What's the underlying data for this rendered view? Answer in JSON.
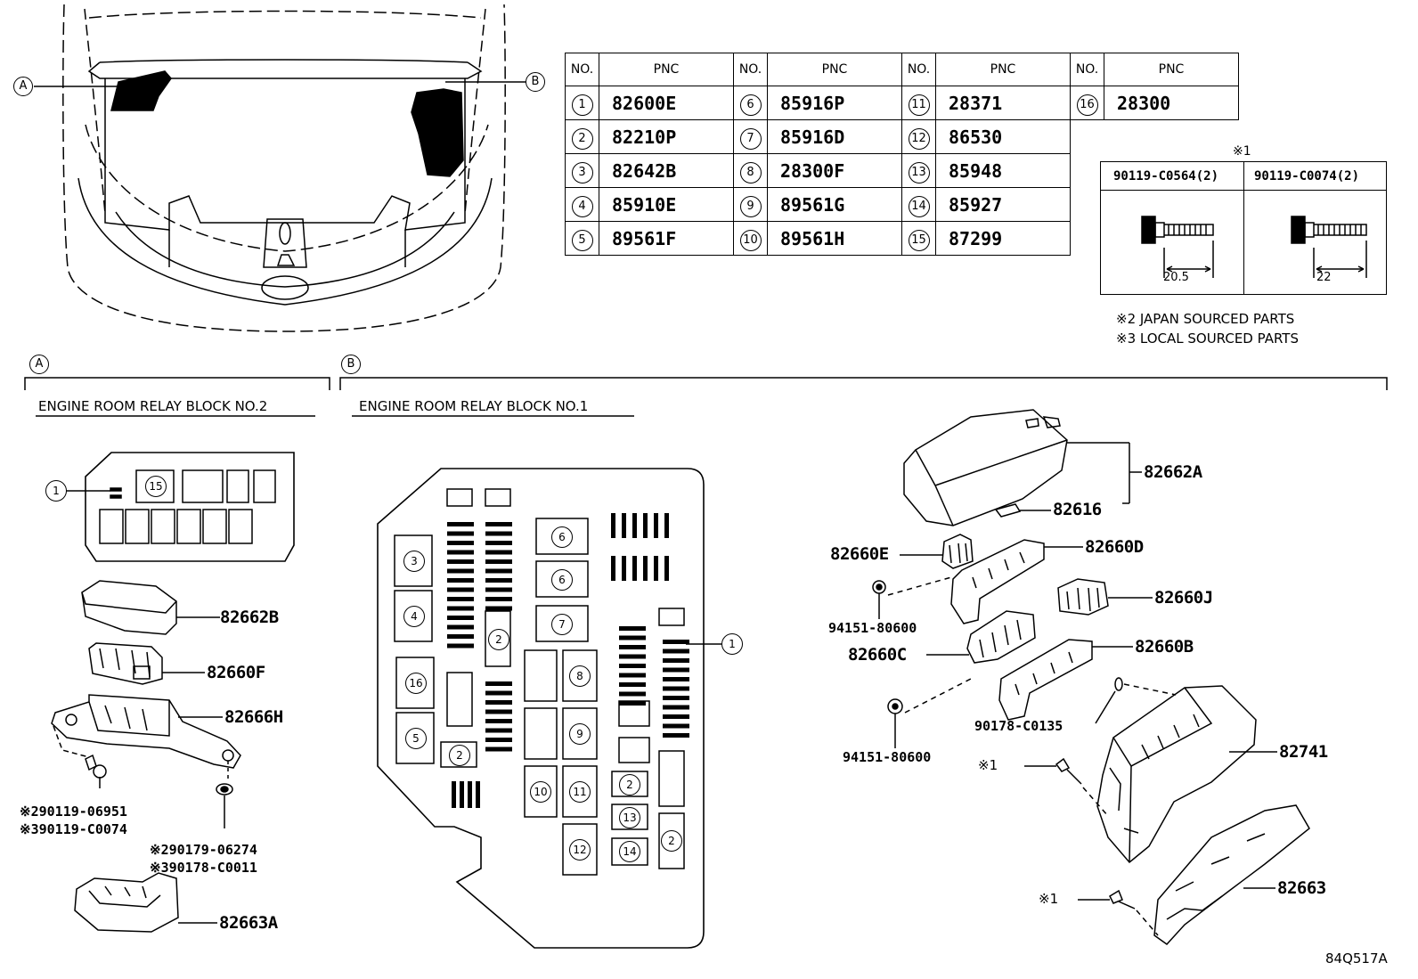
{
  "pnc_table": {
    "headers": {
      "no": "NO.",
      "pnc": "PNC"
    },
    "rows": [
      [
        {
          "no": "1",
          "pnc": "82600E"
        },
        {
          "no": "6",
          "pnc": "85916P"
        },
        {
          "no": "11",
          "pnc": "28371"
        },
        {
          "no": "16",
          "pnc": "28300"
        }
      ],
      [
        {
          "no": "2",
          "pnc": "82210P"
        },
        {
          "no": "7",
          "pnc": "85916D"
        },
        {
          "no": "12",
          "pnc": "86530"
        }
      ],
      [
        {
          "no": "3",
          "pnc": "82642B"
        },
        {
          "no": "8",
          "pnc": "28300F"
        },
        {
          "no": "13",
          "pnc": "85948"
        }
      ],
      [
        {
          "no": "4",
          "pnc": "85910E"
        },
        {
          "no": "9",
          "pnc": "89561G"
        },
        {
          "no": "14",
          "pnc": "85927"
        }
      ],
      [
        {
          "no": "5",
          "pnc": "89561F"
        },
        {
          "no": "10",
          "pnc": "89561H"
        },
        {
          "no": "15",
          "pnc": "87299"
        }
      ]
    ]
  },
  "bolt_note": {
    "mark": "※1",
    "bolt1": {
      "part": "90119-C0564(2)",
      "length": "20.5"
    },
    "bolt2": {
      "part": "90119-C0074(2)",
      "length": "22"
    }
  },
  "notes": {
    "japan": "※2 JAPAN SOURCED PARTS",
    "local": "※3 LOCAL SOURCED PARTS"
  },
  "locators": {
    "a": "A",
    "b": "B"
  },
  "sections": {
    "a_title": "ENGINE ROOM RELAY BLOCK NO.2",
    "b_title": "ENGINE ROOM RELAY BLOCK NO.1"
  },
  "block2": {
    "fuse_15": "15",
    "callout_1": "1"
  },
  "block1": {
    "labels": [
      "3",
      "4",
      "16",
      "5",
      "2",
      "2",
      "6",
      "6",
      "7",
      "8",
      "9",
      "10",
      "11",
      "12",
      "2",
      "13",
      "14",
      "2"
    ],
    "callout_1": "1"
  },
  "parts_a": {
    "p82662B": "82662B",
    "p82660F": "82660F",
    "p82666H": "82666H",
    "bolt_j": "※290119-06951",
    "bolt_l": "※390119-C0074",
    "clip_j": "※290179-06274",
    "clip_l": "※390178-C0011",
    "p82663A": "82663A"
  },
  "parts_b": {
    "p82662A": "82662A",
    "p82616": "82616",
    "p82660E": "82660E",
    "p82660D": "82660D",
    "nut1": "94151-80600",
    "p82660J": "82660J",
    "p82660C": "82660C",
    "p82660B": "82660B",
    "clip": "90178-C0135",
    "nut2": "94151-80600",
    "p82741": "82741",
    "bolt1": "※1",
    "p82663": "82663",
    "bolt2": "※1"
  },
  "figure_id": "84Q517A"
}
